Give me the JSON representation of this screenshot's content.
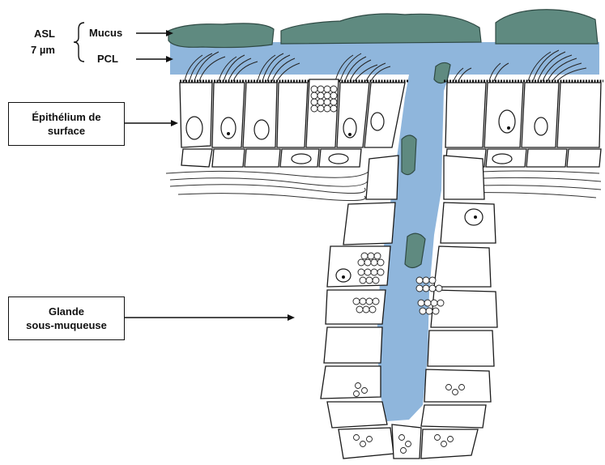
{
  "labels": {
    "asl": "ASL",
    "asl_thickness": "7 µm",
    "mucus": "Mucus",
    "pcl": "PCL",
    "epithelium_line1": "Épithélium de",
    "epithelium_line2": "surface",
    "gland_line1": "Glande",
    "gland_line2": "sous-muqueuse"
  },
  "colors": {
    "asl_fluid": "#8fb6dc",
    "mucus": "#5f8a80",
    "cell_outline": "#1a1a1a",
    "background": "#ffffff"
  }
}
